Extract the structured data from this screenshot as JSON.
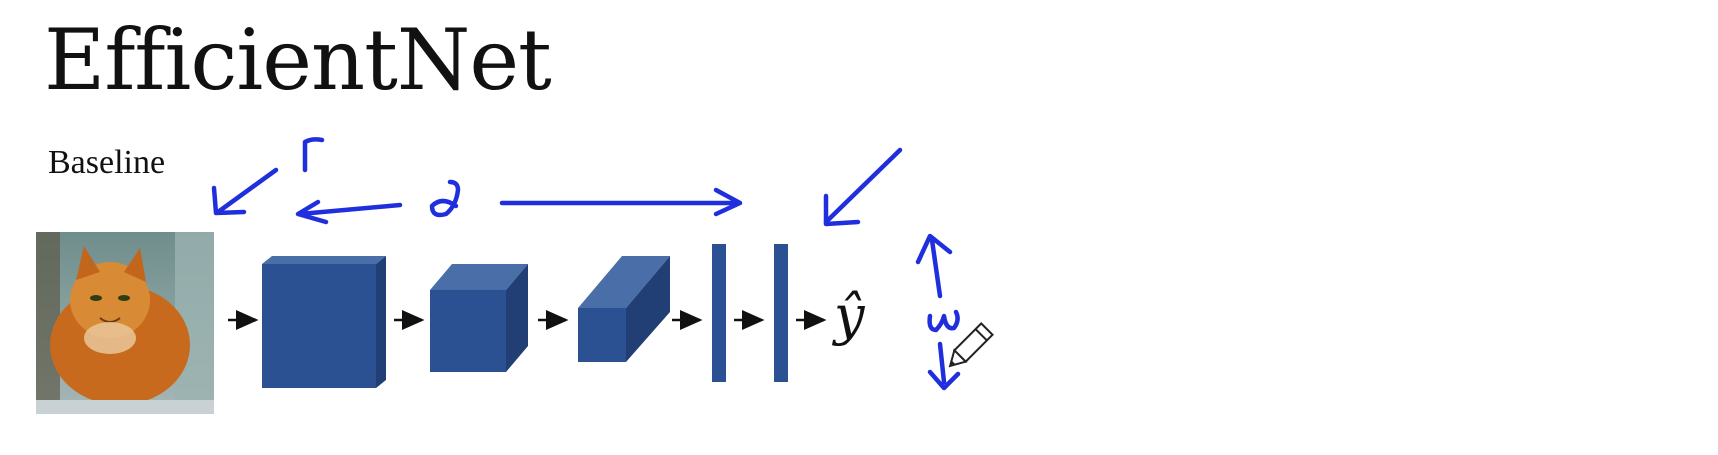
{
  "slide": {
    "title": "EfficientNet",
    "subtitle": "Baseline"
  },
  "diagram": {
    "output_symbol": "ŷ",
    "annotations": {
      "resolution": "r",
      "depth": "d",
      "width": "w"
    },
    "colors": {
      "block": "#2b5192",
      "block_top": "#4a6ea8",
      "block_side": "#213f74",
      "ink": "#1f2fdd",
      "arrow": "#111111"
    }
  }
}
